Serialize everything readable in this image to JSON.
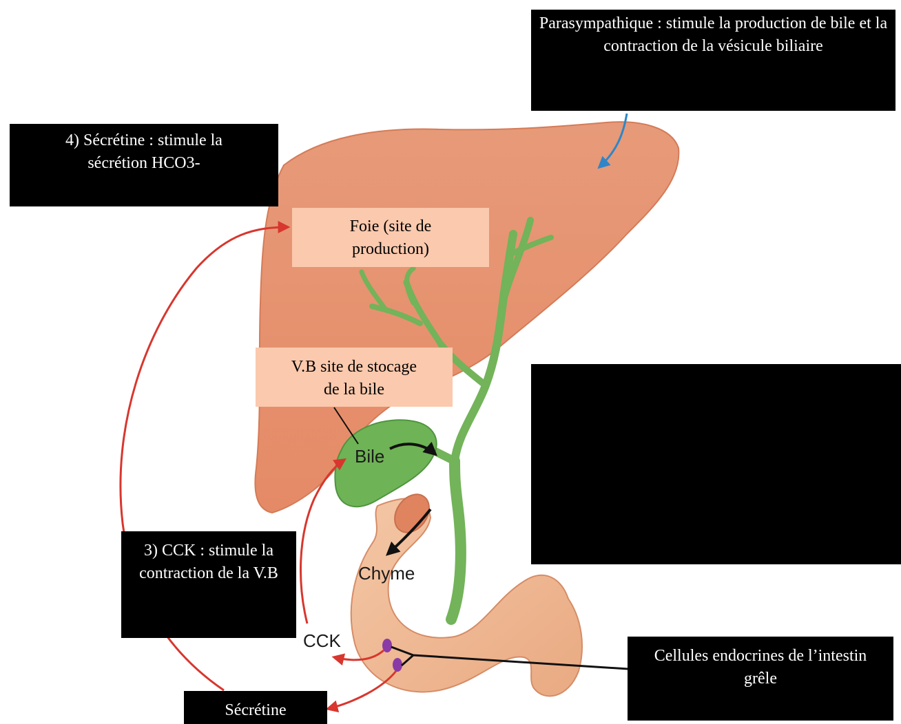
{
  "labels": {
    "parasympathetic": "Parasympathique : stimule la production de bile et la contraction de la vésicule biliaire",
    "secretin_box": "4) Sécrétine : stimule la sécrétion HCO3-",
    "liver": "Foie (site de production)",
    "gallbladder": "V.B site de stocage de la bile",
    "cck_box": "3) CCK : stimule la contraction de la V.B",
    "endocrine_cells": "Cellules endocrines de l’intestin grêle",
    "secretin_bottom": "Sécrétine"
  },
  "image_labels": {
    "bile": "Bile",
    "chyme": "Chyme",
    "cck": "CCK"
  },
  "colors": {
    "liver": "#e58f6d",
    "bile_duct": "#73b35a",
    "intestine": "#f1b993",
    "hormone_arrow": "#d8362e",
    "nerve_arrow": "#2e86c8",
    "endocrine_cell": "#8a3aa6",
    "label_box_dark": "#000000",
    "label_box_light": "#fbc9ad"
  }
}
